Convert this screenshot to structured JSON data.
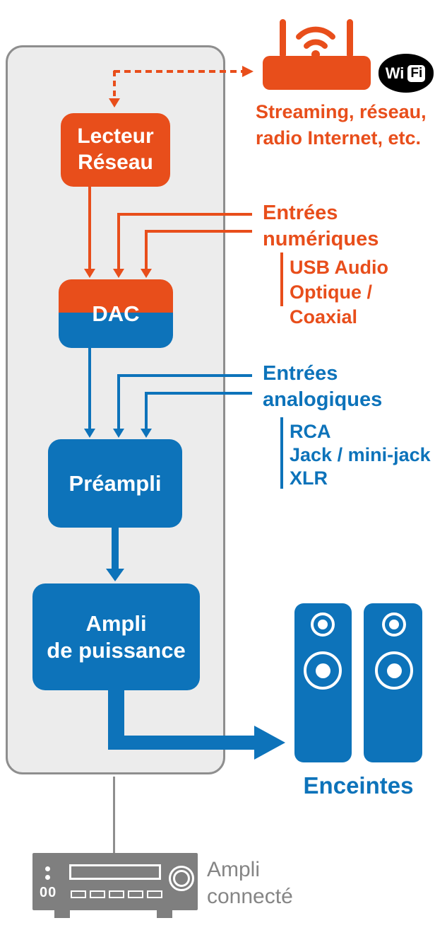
{
  "colors": {
    "orange": "#e84e1b",
    "blue": "#0d73ba",
    "panel_fill": "#ececec",
    "panel_border": "#8e8e8e",
    "amp_gray": "#7f7f7f",
    "caption_gray": "#858585"
  },
  "nodes": {
    "lecteur": {
      "line1": "Lecteur",
      "line2": "Réseau"
    },
    "dac": {
      "label": "DAC"
    },
    "preampli": {
      "label": "Préampli"
    },
    "ampli": {
      "line1": "Ampli",
      "line2": "de puissance"
    }
  },
  "router": {
    "caption_line1": "Streaming, réseau,",
    "caption_line2": "radio Internet, etc.",
    "wifi_logo": {
      "wi": "Wi",
      "fi": "Fi"
    }
  },
  "digital_inputs": {
    "title_line1": "Entrées",
    "title_line2": "numériques",
    "items": [
      "USB Audio",
      "Optique / Coaxial"
    ]
  },
  "analog_inputs": {
    "title_line1": "Entrées",
    "title_line2": "analogiques",
    "items": [
      "RCA",
      "Jack / mini-jack",
      "XLR"
    ]
  },
  "speakers": {
    "label": "Enceintes"
  },
  "connected_amp": {
    "caption_line1": "Ampli",
    "caption_line2": "connecté",
    "display_digits": "00"
  }
}
